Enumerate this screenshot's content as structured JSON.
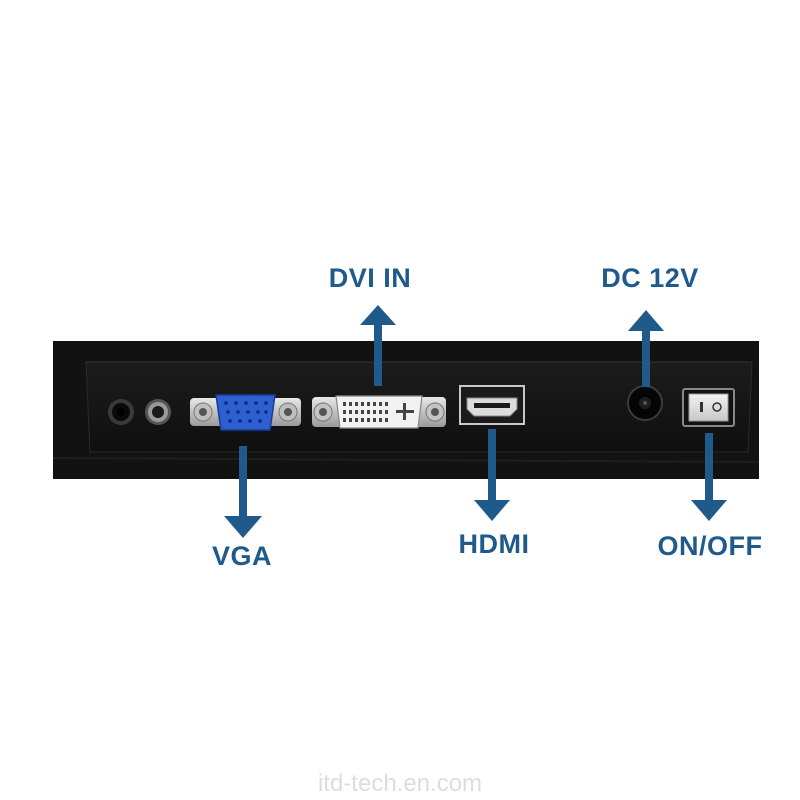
{
  "labels": {
    "dvi_in": "DVI IN",
    "dc_12v": "DC 12V",
    "vga": "VGA",
    "hdmi": "HDMI",
    "on_off": "ON/OFF"
  },
  "watermark": "itd-tech.en.com",
  "colors": {
    "label": "#1f5a8a",
    "arrow": "#1f5a8a",
    "panel": "#141414",
    "vga_port": "#2d5fd0",
    "watermark": "#dddddd"
  }
}
